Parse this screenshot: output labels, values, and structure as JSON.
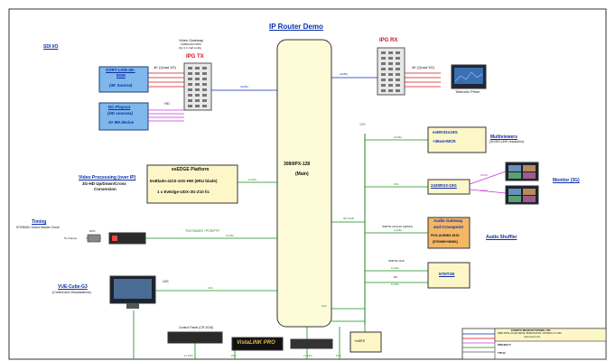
{
  "title": "IP Router Demo",
  "sections": {
    "sdi": "SDI I/O",
    "video_processing": "Video Processing (over IP)",
    "video_processing_sub": "3G-HD Up/Down/Cross",
    "video_processing_sub2": "Conversion",
    "timing": "Timing",
    "timing_sub": "5700MSC Grand Master Clock",
    "vue": "VUE-Cube-G3",
    "vue_sub": "(Control and Visualizations)",
    "multiviewers": "Multiviewers",
    "multiviewers_sub": "(3G/HD-UHD resolution)",
    "monitor": "Monitor (3G)",
    "audio_shuffler": "Audio Shuffler"
  },
  "gateway": {
    "title": "Video Gateway",
    "sub1": "OXBML3IO-PRO",
    "sub2": "Qty 2 in half config",
    "ipg_tx": "IPG TX",
    "ipg_rx": "IPG RX",
    "in_label": "4K (Quad 3G)",
    "hd_label": "HD",
    "out_label": "4K (Quad 3G)",
    "link_tx": "4x25G",
    "link_rx": "4x25G"
  },
  "sources": {
    "ovrt_l1": "OVRT-LIVE-4K-",
    "ovrt_l2": "8GM",
    "ovrt_l3": "(4K Source)",
    "dc_l1": "DC-Playout",
    "dc_l2": "(HD sources)",
    "dc_l3": "Or 8M device"
  },
  "router": {
    "name": "3080IPX-128",
    "sub": "(Main)"
  },
  "exedge": {
    "title": "exEDGE Platform",
    "line1": "EvBlade-4210-10G-HW (6RU blade)",
    "line2": "1 x EvEdge-UDX-3G-Z10 lic"
  },
  "modules": {
    "evmv": "evMV32x10G",
    "evmv_sub": "+36x4+MCR",
    "e2430": "2430RX3-10G",
    "audio_l1": "Audio Gateway",
    "audio_l2": "and Crosspoint",
    "audio_l3": "PKG-AUDMIX-5120",
    "audio_l4": "(5700MH+HDMX)",
    "e570": "570ITXE",
    "mini": "+mi8TE"
  },
  "links": {
    "tenG": "10G",
    "tenG2": "10G",
    "ten4x": "4x10G",
    "ten1x": "1x10G",
    "hdmi": "HDMI",
    "hdmi2": "HDMI",
    "smpte_top": "SMPTE 2110-30 (AES67)",
    "smpte2110": "SMPTE 2110",
    "one10": "1x10G",
    "one10b": "1x10G",
    "ptp": "TSGT/BARS +PCR/PTP",
    "one10c": "1x10G",
    "ten3x": "36x 3GB",
    "gps": "GPS",
    "to_frames": "To Frames",
    "ten_g_vue": "10G",
    "dx": "DX",
    "ten_g_mini": "10G",
    "ten_g_ctrl": "10G",
    "b1": "1x 10G",
    "b2": "10G",
    "b3": "1x 10G",
    "b4": "10G"
  },
  "bottom": {
    "control_panel": "Control Panel (CP-2016)",
    "vistalink": "VistaLINK PRO"
  },
  "legend": {
    "title": "EVERTZ MICROSYSTEMS LTD.",
    "l1": "5288 JOHN LUCAS DRIVE, BURLINGTON, ONTARIO L7L 5Z9",
    "l2": "www.evertz.com",
    "project": "PROJECT:",
    "title2": "TITLE:"
  },
  "tektronix": "Tektronix Prism",
  "colors": {
    "blue": "#0b2ea8",
    "red": "#d0121b",
    "green": "#1a8a1a",
    "router_fill": "#fdfbd8",
    "box_blue": "#7fb8ea",
    "box_yellow": "#fdf7c8",
    "box_orange": "#f4b766"
  }
}
